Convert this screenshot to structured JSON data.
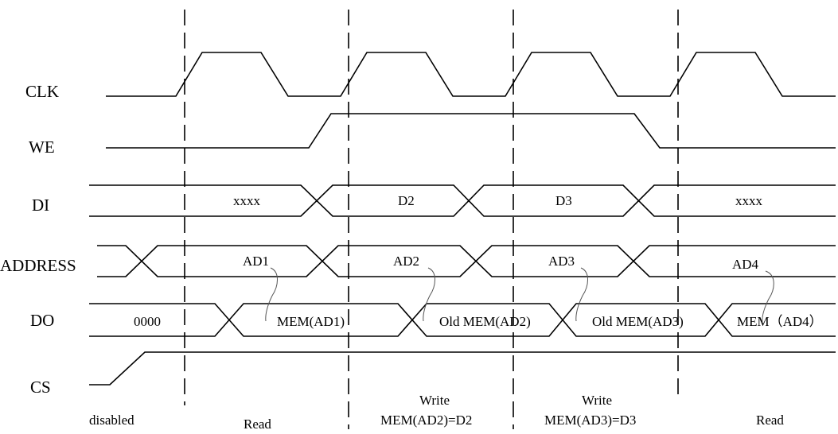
{
  "signals": {
    "clk": "CLK",
    "we": "WE",
    "di": "DI",
    "address": "ADDRESS",
    "do": "DO",
    "cs": "CS"
  },
  "di_values": [
    "xxxx",
    "D2",
    "D3",
    "xxxx"
  ],
  "address_values": [
    "AD1",
    "AD2",
    "AD3",
    "AD4"
  ],
  "do_values": [
    "0000",
    "MEM(AD1)",
    "Old MEM(AD2)",
    "Old MEM(AD3)",
    "MEM（AD4）"
  ],
  "phases": {
    "p0": "disabled",
    "p1": "Read",
    "p2_line1": "Write",
    "p2_line2": "MEM(AD2)=D2",
    "p3_line1": "Write",
    "p3_line2": "MEM(AD3)=D3",
    "p4": "Read"
  }
}
